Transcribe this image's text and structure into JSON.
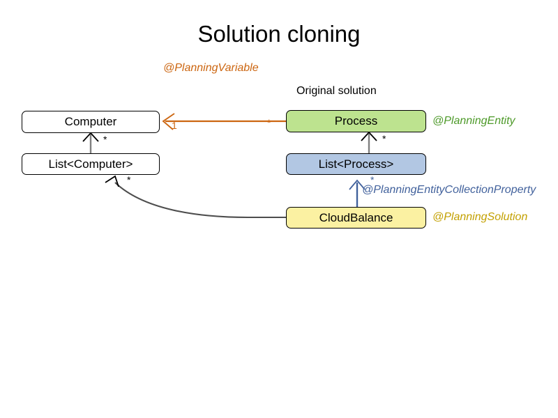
{
  "title": "Solution cloning",
  "labels": {
    "original_solution": "Original solution"
  },
  "annotations": {
    "planning_variable": "@PlanningVariable",
    "planning_entity": "@PlanningEntity",
    "planning_entity_collection_property": "@PlanningEntityCollectionProperty",
    "planning_solution": "@PlanningSolution"
  },
  "boxes": {
    "computer": "Computer",
    "list_computer": "List<Computer>",
    "process": "Process",
    "list_process": "List<Process>",
    "cloudbalance": "CloudBalance"
  },
  "multiplicities": {
    "computer_to_list_computer": "*",
    "list_computer_to_cloudbalance": "*",
    "process_to_computer_one": "1",
    "process_to_computer_many": "*",
    "process_to_list_process": "*",
    "list_process_to_cloudbalance": "*"
  },
  "colors": {
    "process_fill": "#BDE38F",
    "list_process_fill": "#B2C7E3",
    "cloudbalance_fill": "#FBF1A2",
    "white_fill": "#FFFFFF",
    "planning_variable_text": "#CC6611",
    "planning_entity_text": "#4E9A2A",
    "planning_entity_collection_text": "#41619C",
    "planning_solution_text": "#C3A000",
    "box_stroke": "#000000",
    "gray_link": "#7F7F7F",
    "dark_link": "#4D4D4D"
  }
}
